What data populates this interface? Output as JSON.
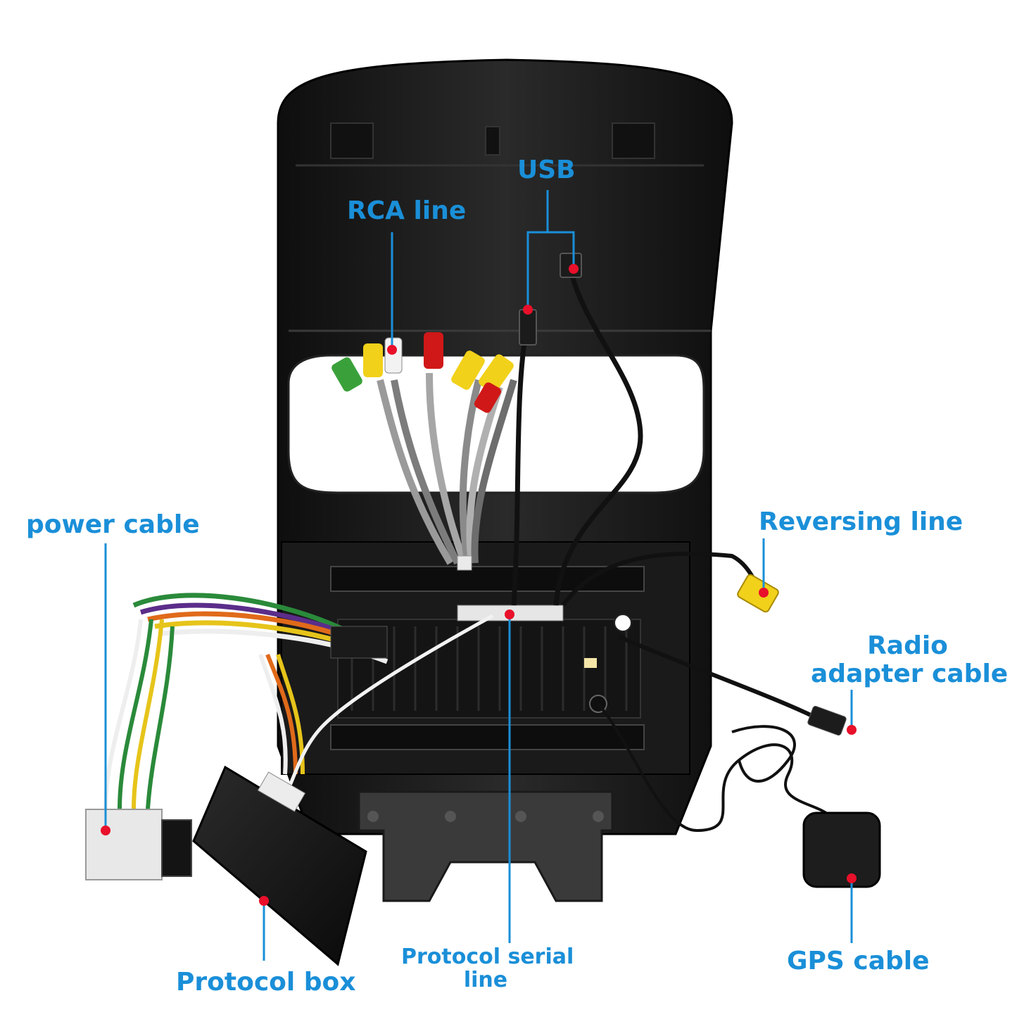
{
  "labels": {
    "usb": "USB",
    "rca_line": "RCA line",
    "power_cable": "power cable",
    "reversing_line": "Reversing line",
    "radio_adapter_line1": "Radio",
    "radio_adapter_line2": "adapter cable",
    "gps_cable": "GPS cable",
    "protocol_box": "Protocol box",
    "protocol_serial_line1": "Protocol serial",
    "protocol_serial_line2": "line"
  },
  "colors": {
    "label_text": "#1a8fd8",
    "leader_line": "#1a8fd8",
    "marker_dot": "#e8102a",
    "unit_body": "#1c1c1c",
    "rca_red": "#d01818",
    "rca_yellow": "#f1d11a",
    "rca_green": "#3aa13a",
    "rca_white": "#f2f2f2"
  }
}
